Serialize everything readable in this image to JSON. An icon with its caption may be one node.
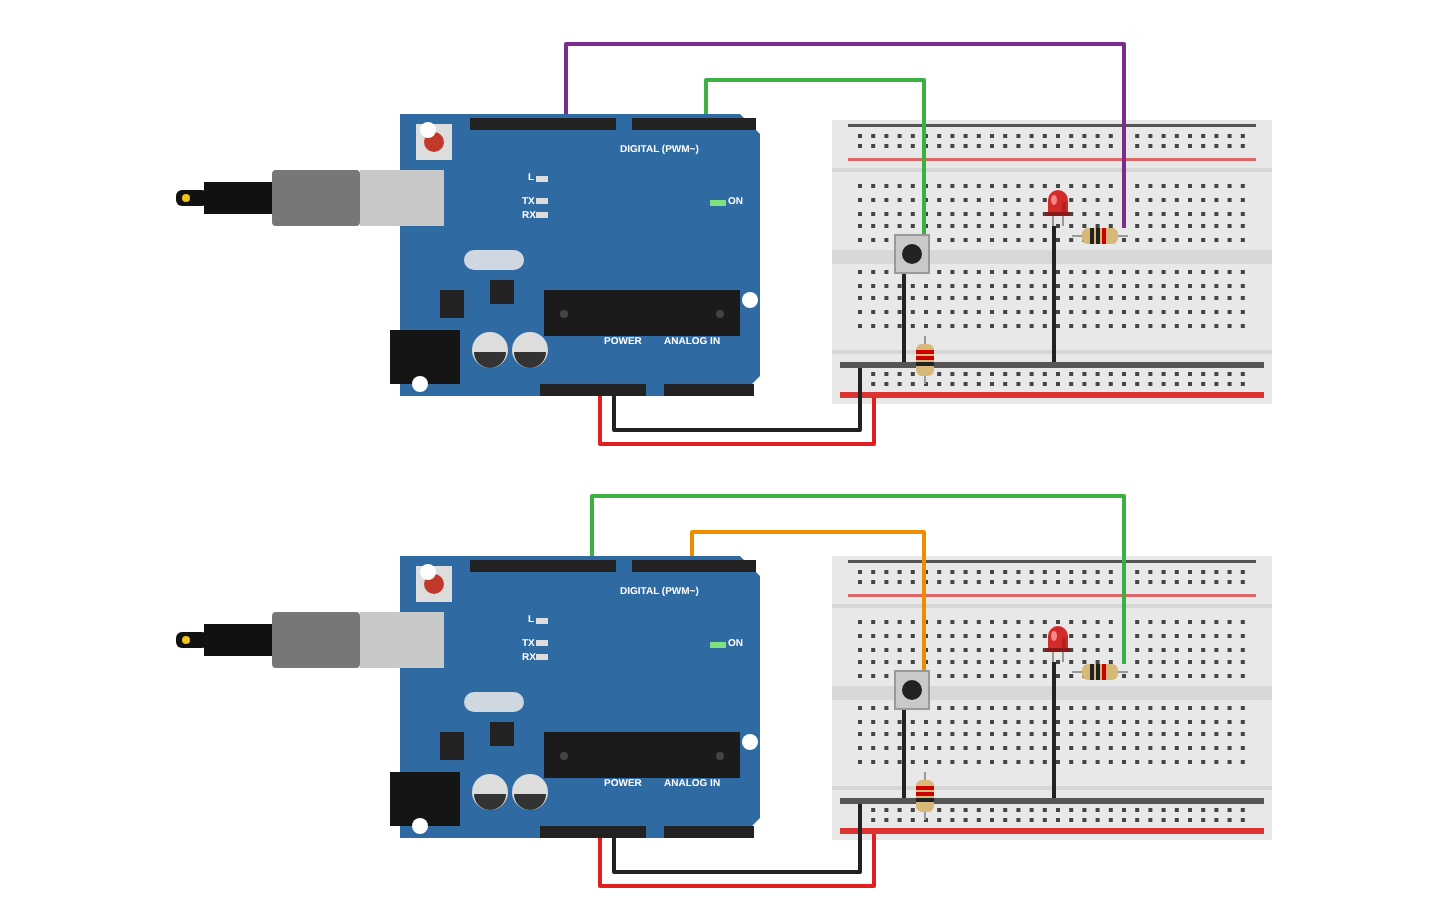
{
  "diagram": {
    "nodes": [
      {
        "text": [
          "DIGITAL (PWM~)",
          "L",
          "TX",
          "RX",
          "ON",
          "POWER",
          "ANALOG IN"
        ]
      },
      {
        "text": [],
        "shape": "picture"
      },
      {
        "text": [],
        "shape": "picture",
        "in": 1
      },
      {
        "text": [],
        "shape": "picture",
        "in": 1
      },
      {
        "text": [],
        "shape": "picture",
        "in": 1
      },
      {
        "text": [],
        "shape": "picture",
        "in": 1
      },
      {
        "text": [],
        "shape": "bar",
        "in": 1
      },
      {
        "text": [],
        "shape": "bar",
        "in": 1
      },
      {
        "text": [
          "DIGITAL (PWM~)",
          "L",
          "TX",
          "RX",
          "ON",
          "POWER",
          "ANALOG IN"
        ]
      },
      {
        "text": [],
        "shape": "picture"
      },
      {
        "text": [],
        "shape": "picture",
        "in": 9
      },
      {
        "text": [],
        "shape": "picture",
        "in": 9
      },
      {
        "text": [],
        "shape": "picture",
        "in": 9
      },
      {
        "text": [],
        "shape": "picture",
        "in": 9
      },
      {
        "text": [],
        "shape": "bar",
        "in": 9
      },
      {
        "text": [],
        "shape": "bar",
        "in": 9
      }
    ],
    "edges": [
      {
        "from": 0,
        "to": 4,
        "arrow": "none",
        "color": "#7b2d8e"
      },
      {
        "from": 0,
        "to": 2,
        "arrow": "none",
        "color": "#3cb043"
      },
      {
        "from": 0,
        "to": 7,
        "arrow": "none",
        "color": "#e02020"
      },
      {
        "from": 0,
        "to": 6,
        "arrow": "none"
      },
      {
        "from": 2,
        "to": 6,
        "arrow": "none"
      },
      {
        "from": 3,
        "to": 6,
        "arrow": "none"
      },
      {
        "from": 8,
        "to": 12,
        "arrow": "none",
        "color": "#3cb043"
      },
      {
        "from": 8,
        "to": 10,
        "arrow": "none",
        "color": "#f08c00"
      },
      {
        "from": 8,
        "to": 15,
        "arrow": "none",
        "color": "#e02020"
      },
      {
        "from": 8,
        "to": 14,
        "arrow": "none"
      },
      {
        "from": 10,
        "to": 14,
        "arrow": "none"
      },
      {
        "from": 11,
        "to": 14,
        "arrow": "none"
      }
    ]
  }
}
